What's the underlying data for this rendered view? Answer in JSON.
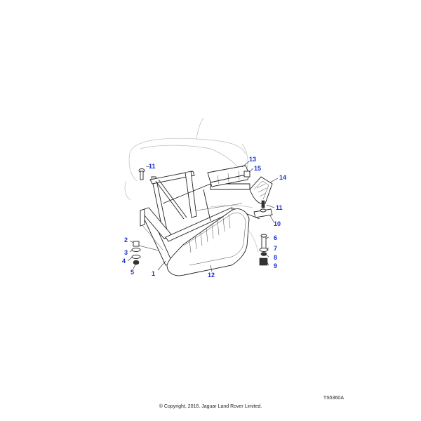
{
  "callouts": {
    "c1": "1",
    "c2": "2",
    "c3": "3",
    "c4": "4",
    "c5": "5",
    "c6": "6",
    "c7": "7",
    "c8": "8",
    "c9": "9",
    "c10": "10",
    "c11a": "11",
    "c11b": "11",
    "c12": "12",
    "c13": "13",
    "c14": "14",
    "c15": "15"
  },
  "footer": {
    "drawing_ref": "TS5360A",
    "copyright": "© Copyright, 2016. Jaguar Land Rover Limited."
  },
  "colors": {
    "callout": "#1a2fd0",
    "line": "#222222",
    "ghost": "#bdbdbd"
  }
}
